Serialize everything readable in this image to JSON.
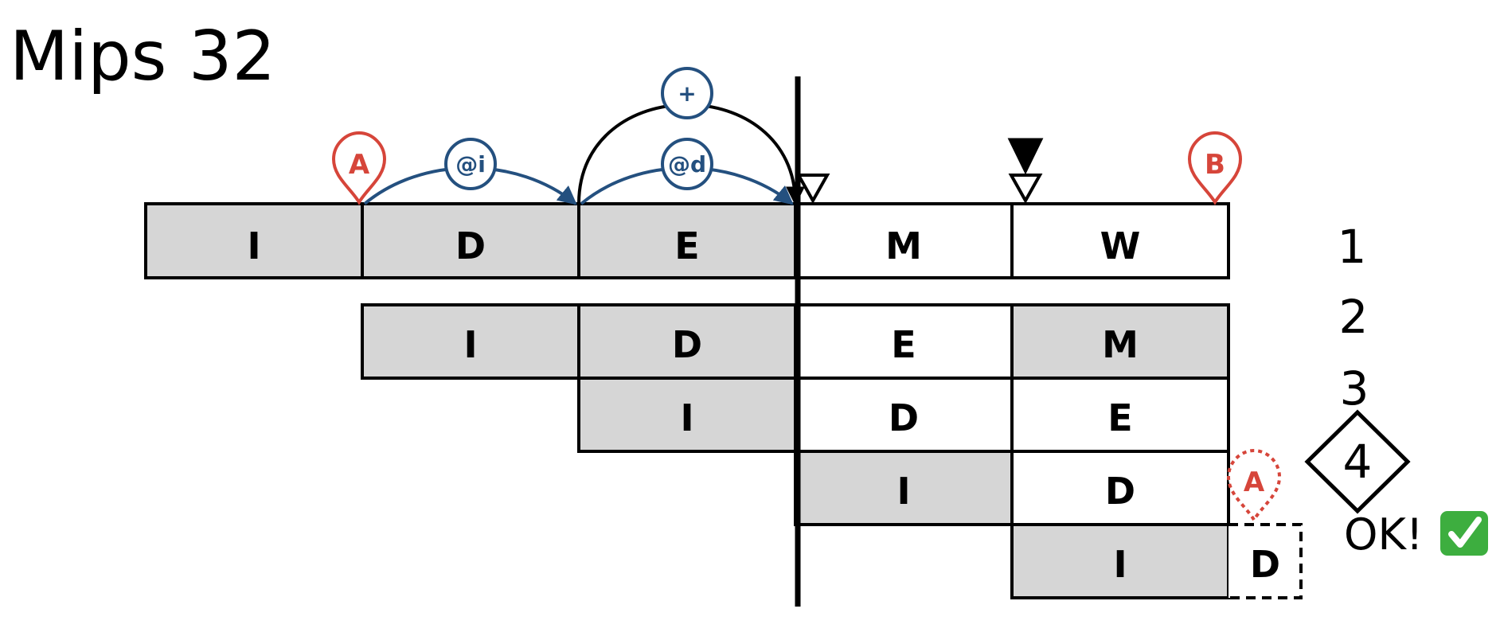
{
  "title": "Mips 32",
  "colors": {
    "shaded": "#d6d6d6",
    "blue": "#24507f",
    "red": "#d6453a",
    "check_green": "#3dae3f"
  },
  "stages": {
    "row1": [
      "I",
      "D",
      "E",
      "M",
      "W"
    ],
    "row2": [
      "I",
      "D",
      "E",
      "M"
    ],
    "row3": [
      "I",
      "D",
      "E"
    ],
    "row4": [
      "I",
      "D"
    ],
    "row5": [
      "I",
      "D"
    ]
  },
  "row_numbers": [
    "1",
    "2",
    "3",
    "4"
  ],
  "bubbles": {
    "addr_i": "@i",
    "addr_d": "@d",
    "plus": "+"
  },
  "pins": {
    "a": "A",
    "b": "B",
    "a_dotted": "A"
  },
  "ok_label": "OK!",
  "check_icon": "check-mark-emoji"
}
